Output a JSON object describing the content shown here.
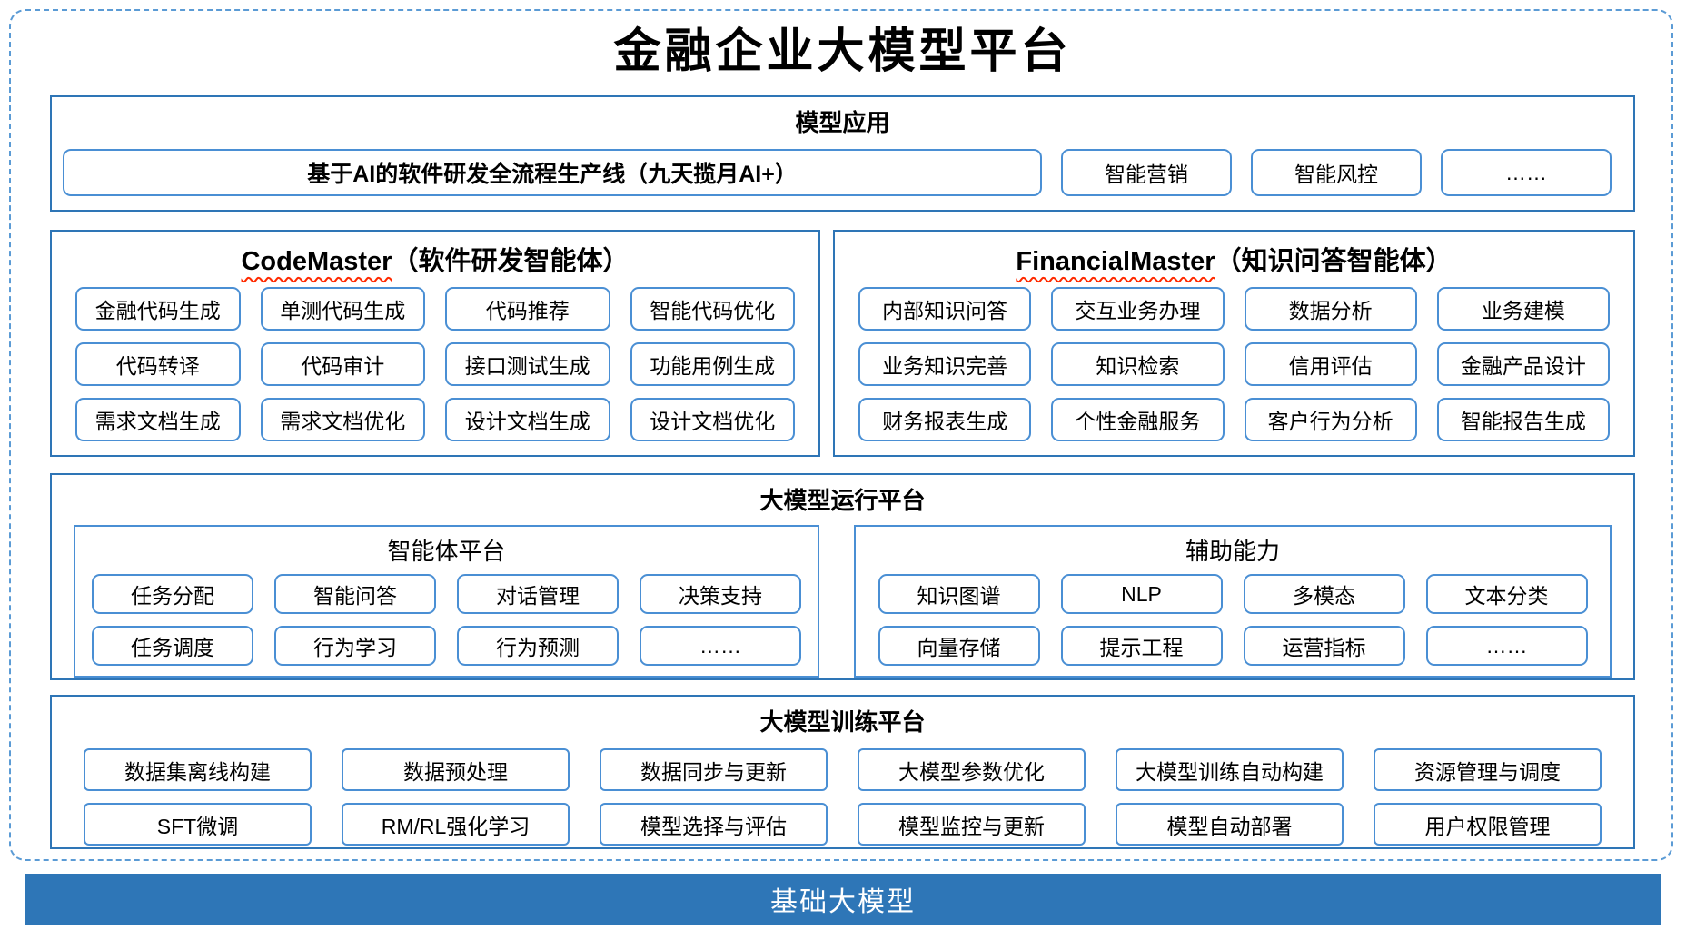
{
  "title": "金融企业大模型平台",
  "model_app": {
    "header": "模型应用",
    "main_box": "基于AI的软件研发全流程生产线（九天揽月AI+）",
    "boxes": [
      "智能营销",
      "智能风控",
      "……"
    ]
  },
  "agents": [
    {
      "name_latin": "CodeMaster",
      "name_suffix": "（软件研发智能体）",
      "boxes": [
        "金融代码生成",
        "单测代码生成",
        "代码推荐",
        "智能代码优化",
        "代码转译",
        "代码审计",
        "接口测试生成",
        "功能用例生成",
        "需求文档生成",
        "需求文档优化",
        "设计文档生成",
        "设计文档优化"
      ]
    },
    {
      "name_latin": "FinancialMaster",
      "name_suffix": "（知识问答智能体）",
      "boxes": [
        "内部知识问答",
        "交互业务办理",
        "数据分析",
        "业务建模",
        "业务知识完善",
        "知识检索",
        "信用评估",
        "金融产品设计",
        "财务报表生成",
        "个性金融服务",
        "客户行为分析",
        "智能报告生成"
      ]
    }
  ],
  "runtime": {
    "header": "大模型运行平台",
    "panels": [
      {
        "name": "智能体平台",
        "boxes": [
          "任务分配",
          "智能问答",
          "对话管理",
          "决策支持",
          "任务调度",
          "行为学习",
          "行为预测",
          "……"
        ]
      },
      {
        "name": "辅助能力",
        "boxes": [
          "知识图谱",
          "NLP",
          "多模态",
          "文本分类",
          "向量存储",
          "提示工程",
          "运营指标",
          "……"
        ]
      }
    ]
  },
  "training": {
    "header": "大模型训练平台",
    "boxes": [
      "数据集离线构建",
      "数据预处理",
      "数据同步与更新",
      "大模型参数优化",
      "大模型训练自动构建",
      "资源管理与调度",
      "SFT微调",
      "RM/RL强化学习",
      "模型选择与评估",
      "模型监控与更新",
      "模型自动部署",
      "用户权限管理"
    ]
  },
  "foundation": {
    "label": "基础大模型"
  },
  "colors": {
    "section_border": "#2e75b6",
    "box_border": "#4a8fd4",
    "dashed_border": "#5b9bd5",
    "foundation_bar_bg": "#2e76b7",
    "foundation_bar_text": "#ffffff",
    "spellcheck_wavy": "#ff2a00"
  }
}
